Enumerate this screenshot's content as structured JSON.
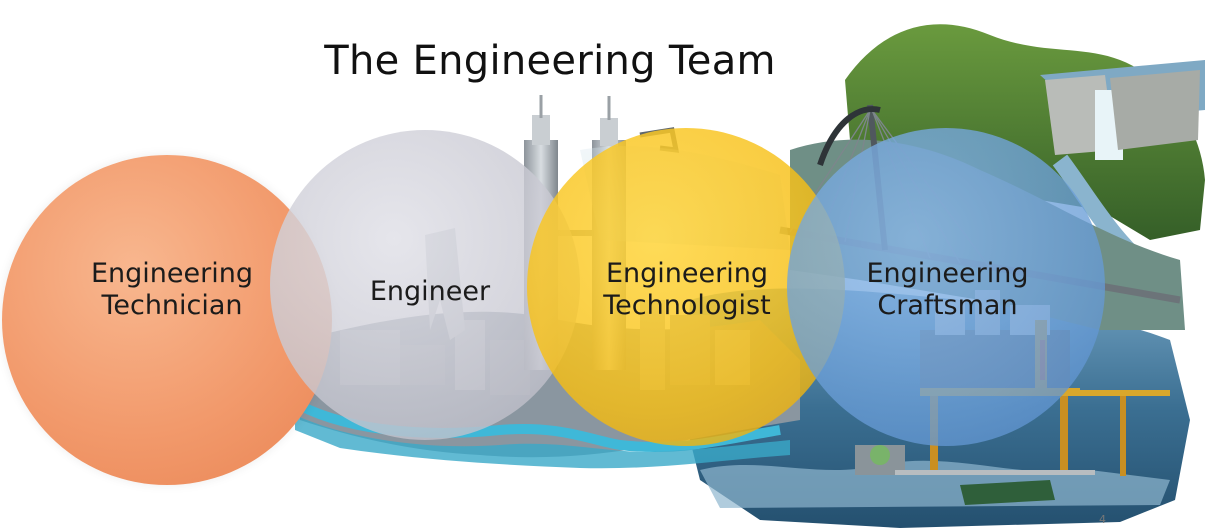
{
  "slide": {
    "title": "The Engineering Team",
    "page_number": "4"
  },
  "roles": [
    {
      "line1": "Engineering",
      "line2": "Technician",
      "color": "#F29A6C"
    },
    {
      "line1": "Engineer",
      "line2": "",
      "color": "#C4C4CE"
    },
    {
      "line1": "Engineering",
      "line2": "Technologist",
      "color": "#F6BE14"
    },
    {
      "line1": "Engineering",
      "line2": "Craftsman",
      "color": "#689CD6"
    }
  ],
  "scene_colors": {
    "water": "#2f6e9a",
    "land": "#4a7a34",
    "city": "#9aa4ad",
    "river": "#3fb8d8"
  }
}
